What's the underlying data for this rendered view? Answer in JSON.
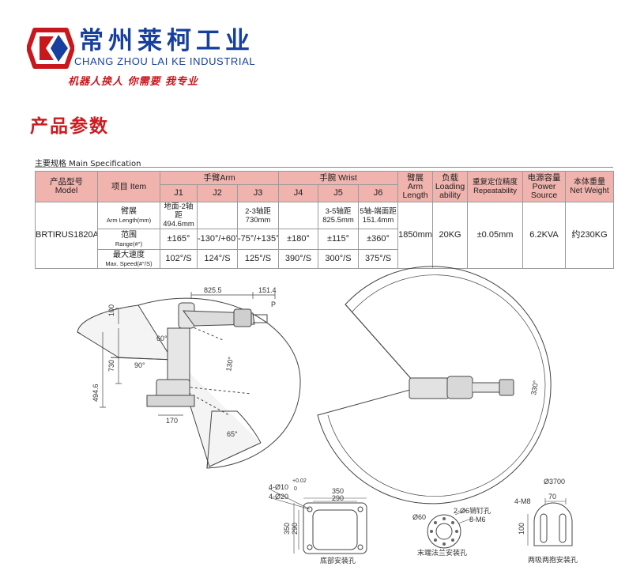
{
  "header": {
    "company_cn": "常州莱柯工业",
    "company_en": "CHANG ZHOU LAI KE INDUSTRIAL",
    "slogan": "机器人换人  你需要 我专业",
    "colors": {
      "brand_blue": "#163f9e",
      "brand_red": "#c8171d",
      "table_header": "#f0b3ad"
    }
  },
  "section_title": "产品参数",
  "spec": {
    "heading": "主要规格  Main Specification",
    "headers": {
      "model_cn": "产品型号",
      "model_en": "Model",
      "item": "项目 Item",
      "arm_group": "手臂Arm",
      "wrist_group": "手腕 Wrist",
      "joints": [
        "J1",
        "J2",
        "J3",
        "J4",
        "J5",
        "J6"
      ],
      "arm_length": [
        "臂展",
        "Arm",
        "Length"
      ],
      "loading": [
        "负载",
        "Loading",
        "ability"
      ],
      "repeatability": [
        "重复定位精度",
        "Repeatability"
      ],
      "power": [
        "电源容量",
        "Power",
        "Source"
      ],
      "weight": [
        "本体重量",
        "Net Weight"
      ]
    },
    "model": "BRTIRUS1820A",
    "rows": [
      {
        "item_cn": "臂展",
        "item_en": "Arm Length(mm)",
        "cells": [
          [
            "地面-2轴距",
            "494.6mm"
          ],
          [
            ""
          ],
          [
            "2-3轴距",
            "730mm"
          ],
          [
            ""
          ],
          [
            "3-5轴距",
            "825.5mm"
          ],
          [
            "5轴-端面距",
            "151.4mm"
          ]
        ]
      },
      {
        "item_cn": "范围",
        "item_en": "Range(#°)",
        "cells": [
          "±165°",
          "-130°/+60°",
          "-75°/+135°",
          "±180°",
          "±115°",
          "±360°"
        ]
      },
      {
        "item_cn": "最大速度",
        "item_en": "Max. Speed(#°/S)",
        "cells": [
          "102°/S",
          "124°/S",
          "125°/S",
          "390°/S",
          "300°/S",
          "375°/S"
        ]
      }
    ],
    "arm_length": "1850mm",
    "loading": "20KG",
    "repeatability": "±0.05mm",
    "power": "6.2KVA",
    "weight": "约230KG"
  },
  "drawing": {
    "side_dims": [
      "825.5",
      "151.4",
      "P",
      "100",
      "60°",
      "90°",
      "130°",
      "730",
      "494.6",
      "170",
      "65°"
    ],
    "top_dims": [
      "330°",
      "Ø3700"
    ],
    "base_dims": [
      "4-Ø10",
      "+0.02",
      "0",
      "4-Ø20",
      "350",
      "290",
      "350",
      "290"
    ],
    "base_caption": "底部安装孔",
    "flange_dims": [
      "2-Ø6销钉孔",
      "Ø60",
      "8-M6"
    ],
    "flange_caption": "末端法兰安装孔",
    "forearm_dims": [
      "4-M8",
      "70",
      "100"
    ],
    "forearm_caption": "两吸两抱安装孔"
  }
}
